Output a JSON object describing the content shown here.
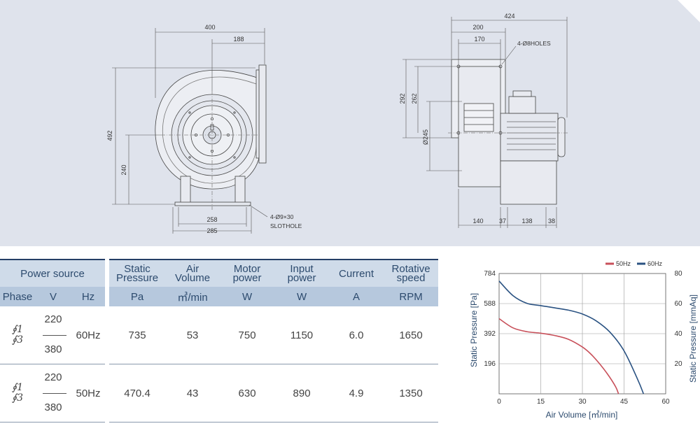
{
  "drawing": {
    "front": {
      "width_total": "400",
      "width_right": "188",
      "height_total": "492",
      "height_axis": "240",
      "base_inner": "258",
      "base_outer": "285",
      "slothole_note_1": "4-Ø9×30",
      "slothole_note_2": "SLOTHOLE"
    },
    "side": {
      "width_total": "424",
      "width_flange": "200",
      "width_holes": "170",
      "holes_note": "4-Ø8HOLES",
      "height_292": "292",
      "height_262": "262",
      "dia_245": "Ø245",
      "base_140": "140",
      "base_37": "37",
      "base_138": "138",
      "base_38": "38"
    }
  },
  "table": {
    "headers": {
      "power_source": "Power source",
      "static_pressure": [
        "Static",
        "Pressure"
      ],
      "air_volume": [
        "Air",
        "Volume"
      ],
      "motor_power": [
        "Motor",
        "power"
      ],
      "input_power": [
        "Input",
        "power"
      ],
      "current": "Current",
      "rotative_speed": [
        "Rotative",
        "speed"
      ]
    },
    "units": {
      "phase": "Phase",
      "v": "V",
      "hz": "Hz",
      "pa": "Pa",
      "air": "㎥/min",
      "motor": "W",
      "input": "W",
      "current": "A",
      "rpm": "RPM"
    },
    "rows": [
      {
        "phase_top": "∮1",
        "phase_bot": "∮3",
        "v_top": "220",
        "v_bot": "380",
        "hz": "60Hz",
        "pa": "735",
        "air": "53",
        "motor": "750",
        "input": "1150",
        "current": "6.0",
        "rpm": "1650"
      },
      {
        "phase_top": "∮1",
        "phase_bot": "∮3",
        "v_top": "220",
        "v_bot": "380",
        "hz": "50Hz",
        "pa": "470.4",
        "air": "43",
        "motor": "630",
        "input": "890",
        "current": "4.9",
        "rpm": "1350"
      }
    ]
  },
  "chart_data": {
    "type": "line",
    "xlabel": "Air Volume [㎥/min]",
    "ylabel": "Static Pressure [Pa]",
    "y2label": "Static Pressure [mmAq]",
    "xlim": [
      0,
      60
    ],
    "ylim": [
      0,
      784
    ],
    "y2lim": [
      0,
      80
    ],
    "x_ticks": [
      "0",
      "15",
      "30",
      "45",
      "60"
    ],
    "y_ticks": [
      "196",
      "392",
      "588",
      "784"
    ],
    "y2_ticks": [
      "20",
      "40",
      "60",
      "80"
    ],
    "grid": true,
    "legend_position": "top-right",
    "series": [
      {
        "name": "50Hz",
        "color": "#c8505a",
        "x": [
          0,
          5,
          10,
          15,
          20,
          25,
          30,
          33,
          36,
          39,
          42,
          43
        ],
        "y": [
          490,
          430,
          405,
          395,
          380,
          355,
          305,
          260,
          200,
          130,
          45,
          0
        ]
      },
      {
        "name": "60Hz",
        "color": "#2a5282",
        "x": [
          0,
          5,
          10,
          15,
          20,
          25,
          30,
          35,
          40,
          45,
          50,
          52
        ],
        "y": [
          735,
          640,
          590,
          575,
          560,
          545,
          520,
          475,
          400,
          280,
          90,
          0
        ]
      }
    ]
  }
}
